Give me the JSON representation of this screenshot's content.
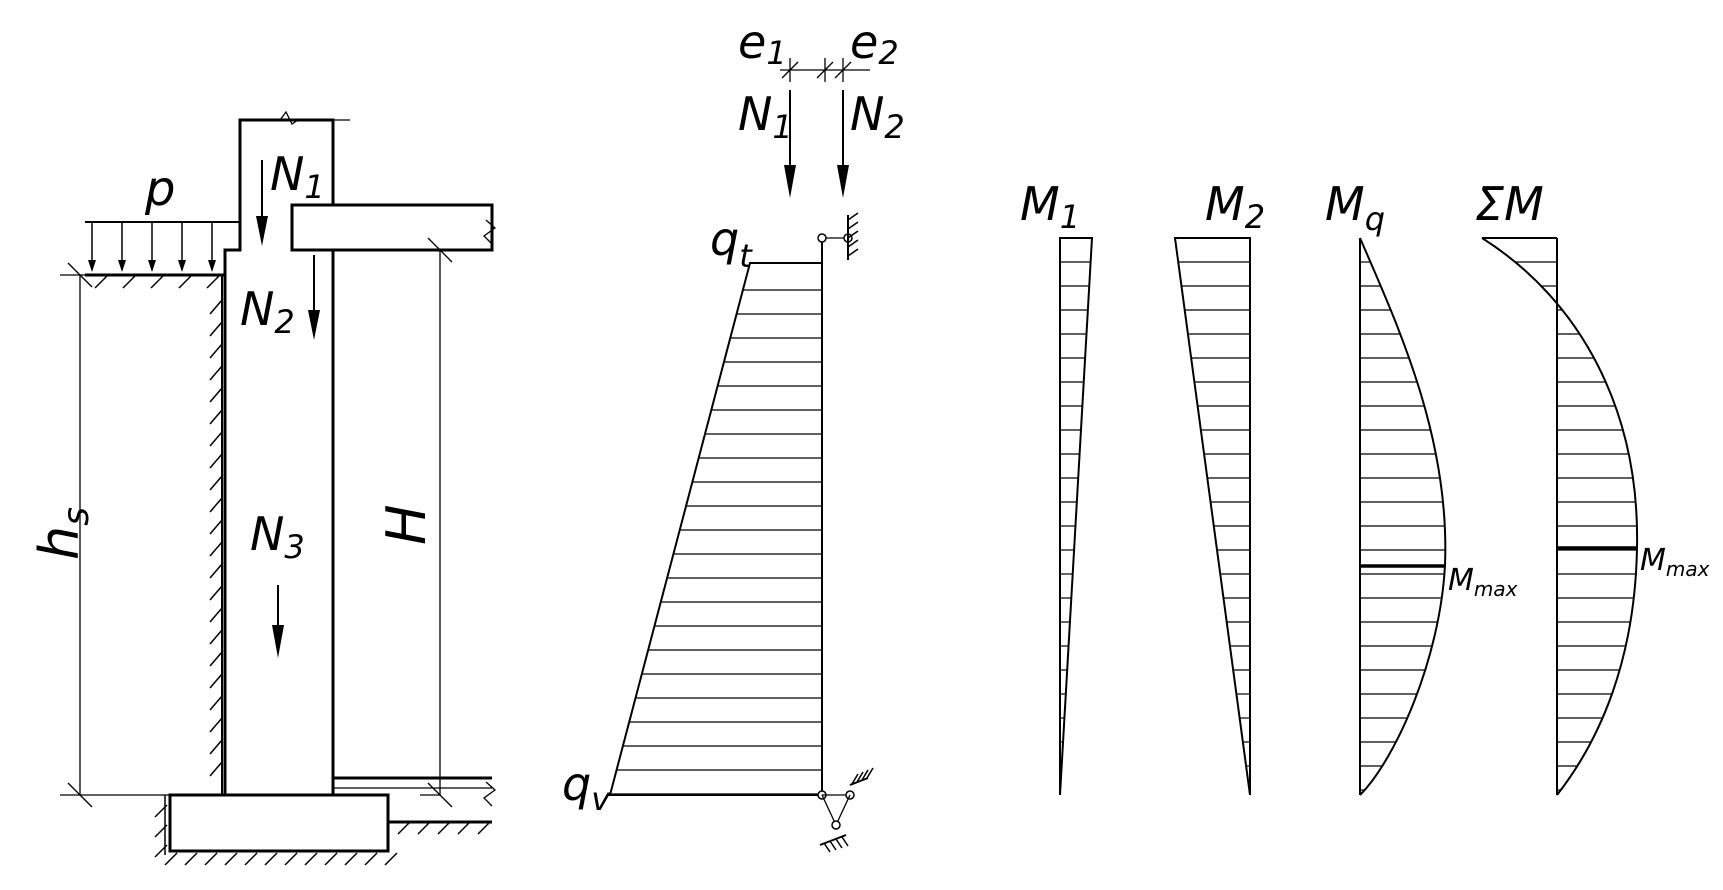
{
  "labels": {
    "p": "p",
    "N1_wall": "N",
    "N1_wall_sub": "1",
    "N2_wall": "N",
    "N2_wall_sub": "2",
    "N3_wall": "N",
    "N3_wall_sub": "3",
    "hs": "h",
    "hs_sub": "s",
    "H": "H",
    "e1": "e",
    "e1_sub": "1",
    "e2": "e",
    "e2_sub": "2",
    "N1_top": "N",
    "N1_top_sub": "1",
    "N2_top": "N",
    "N2_top_sub": "2",
    "qt": "q",
    "qt_sub": "t",
    "qv": "q",
    "qv_sub": "v",
    "M1": "M",
    "M1_sub": "1",
    "M2": "M",
    "M2_sub": "2",
    "Mq": "M",
    "Mq_sub": "q",
    "SumM": "ΣM",
    "Mmax1": "M",
    "Mmax1_sub": "max",
    "Mmax2": "M",
    "Mmax2_sub": "max"
  }
}
